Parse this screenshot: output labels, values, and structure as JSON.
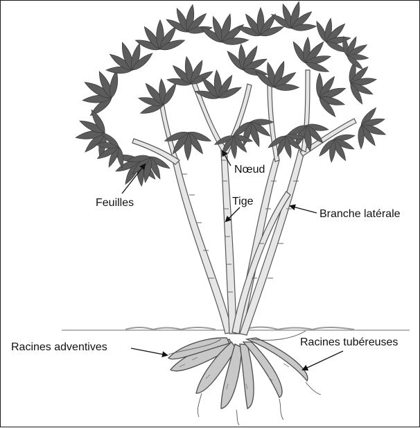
{
  "diagram": {
    "subject": "cassava-plant-anatomy",
    "labels": {
      "feuilles": "Feuilles",
      "noeud": "Nœud",
      "tige": "Tige",
      "branche_laterale": "Branche latérale",
      "racines_adventives": "Racines adventives",
      "racines_tubereuses": "Racines tubéreuses"
    }
  },
  "colors": {
    "leaf_fill": "#5c5c5c",
    "leaf_shadow": "#3a3a3a",
    "stem_fill": "#e6e6e6",
    "stem_edge": "#555555",
    "tuber_fill": "#c8c8c8",
    "tuber_edge": "#4a4a4a",
    "ground": "#8a8a8a",
    "text": "#111111"
  }
}
